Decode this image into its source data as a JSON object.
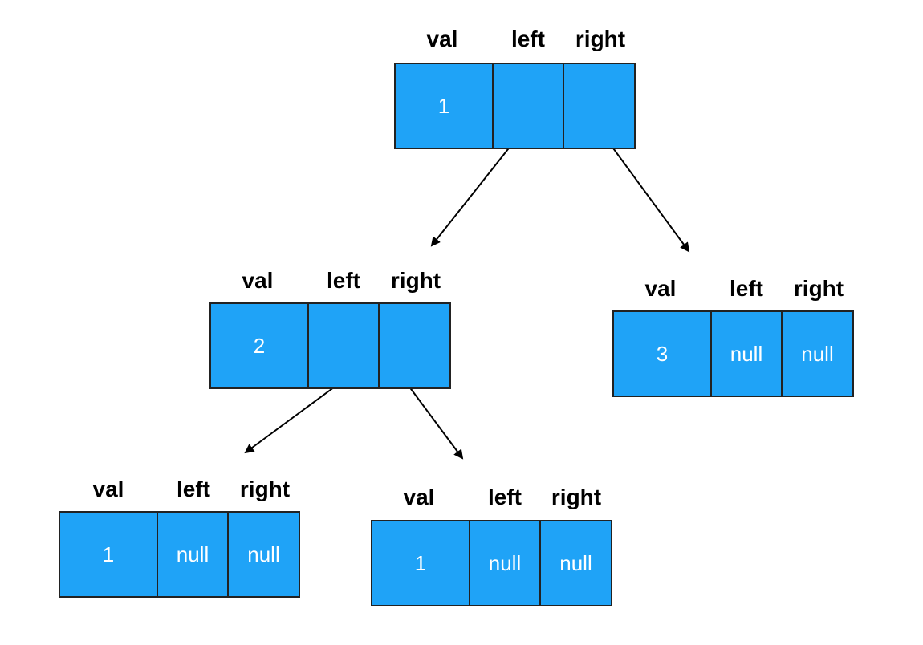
{
  "colors": {
    "cell_fill": "#1fa3f7",
    "border": "#222222",
    "arrow": "#000000"
  },
  "headers": {
    "val": "val",
    "left": "left",
    "right": "right"
  },
  "nodes": [
    {
      "id": "root",
      "val": "1",
      "left": "",
      "right": ""
    },
    {
      "id": "left-child",
      "val": "2",
      "left": "",
      "right": ""
    },
    {
      "id": "right-child",
      "val": "3",
      "left": "null",
      "right": "null"
    },
    {
      "id": "left-left",
      "val": "1",
      "left": "null",
      "right": "null"
    },
    {
      "id": "left-right",
      "val": "1",
      "left": "null",
      "right": "null"
    }
  ]
}
